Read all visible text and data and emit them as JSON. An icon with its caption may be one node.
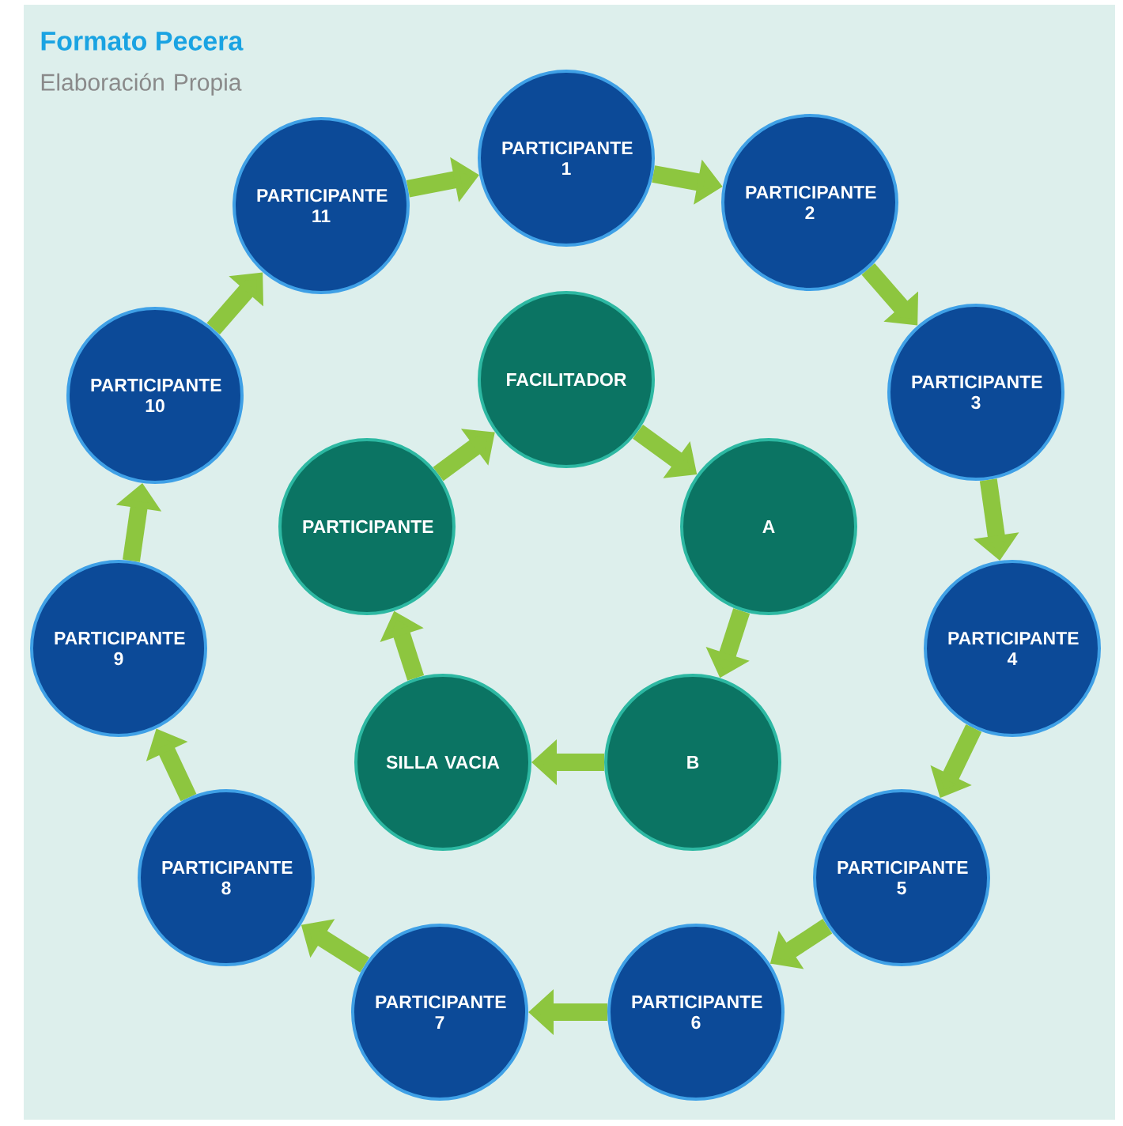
{
  "diagram": {
    "title": "Formato Pecera",
    "nodes": [
      {
        "text": [
          "PARTICIPANTE 1"
        ]
      },
      {
        "text": [
          "PARTICIPANTE 2"
        ]
      },
      {
        "text": [
          "PARTICIPANTE 3"
        ]
      },
      {
        "text": [
          "PARTICIPANTE 4"
        ]
      },
      {
        "text": [
          "PARTICIPANTE 5"
        ]
      },
      {
        "text": [
          "PARTICIPANTE 6"
        ]
      },
      {
        "text": [
          "PARTICIPANTE 7"
        ]
      },
      {
        "text": [
          "PARTICIPANTE 8"
        ]
      },
      {
        "text": [
          "PARTICIPANTE 9"
        ]
      },
      {
        "text": [
          "PARTICIPANTE 10"
        ]
      },
      {
        "text": [
          "PARTICIPANTE 11"
        ]
      },
      {
        "text": [
          "FACILITADOR"
        ]
      },
      {
        "text": [
          "A"
        ]
      },
      {
        "text": [
          "B"
        ]
      },
      {
        "text": [
          "SILLA VACIA"
        ]
      },
      {
        "text": [
          "PARTICIPANTE"
        ]
      }
    ],
    "edges": [
      {
        "from": 0,
        "to": 1,
        "arrow": "to"
      },
      {
        "from": 1,
        "to": 2,
        "arrow": "to"
      },
      {
        "from": 2,
        "to": 3,
        "arrow": "to"
      },
      {
        "from": 3,
        "to": 4,
        "arrow": "to"
      },
      {
        "from": 4,
        "to": 5,
        "arrow": "to"
      },
      {
        "from": 5,
        "to": 6,
        "arrow": "to"
      },
      {
        "from": 6,
        "to": 7,
        "arrow": "to"
      },
      {
        "from": 7,
        "to": 8,
        "arrow": "to"
      },
      {
        "from": 8,
        "to": 9,
        "arrow": "to"
      },
      {
        "from": 9,
        "to": 10,
        "arrow": "to"
      },
      {
        "from": 10,
        "to": 0,
        "arrow": "to"
      },
      {
        "from": 11,
        "to": 12,
        "arrow": "to"
      },
      {
        "from": 12,
        "to": 13,
        "arrow": "to"
      },
      {
        "from": 13,
        "to": 14,
        "arrow": "to"
      },
      {
        "from": 14,
        "to": 15,
        "arrow": "to"
      },
      {
        "from": 15,
        "to": 11,
        "arrow": "to"
      }
    ],
    "labels": [
      "Elaboración Propia"
    ]
  }
}
